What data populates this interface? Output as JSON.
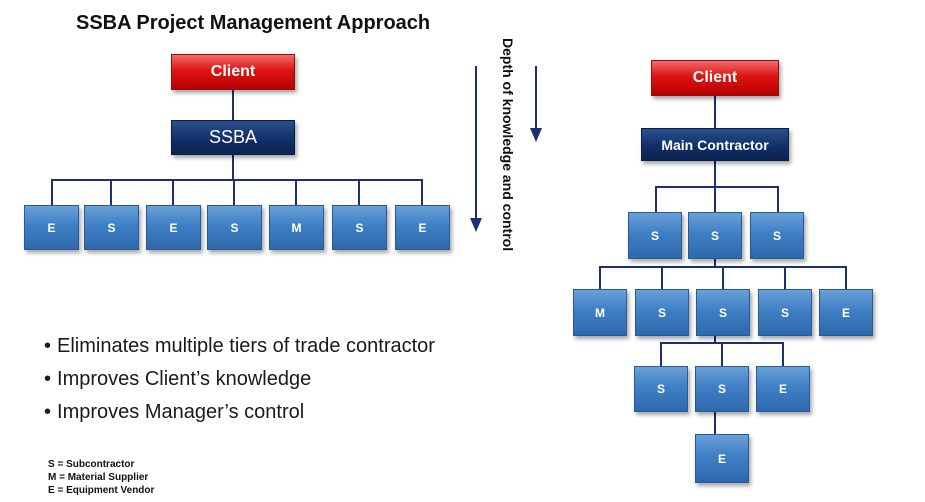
{
  "title": "SSBA Project Management Approach",
  "vertical_label": "Depth of knowledge and control",
  "left_diagram": {
    "client": "Client",
    "manager": "SSBA",
    "trades": [
      "E",
      "S",
      "E",
      "S",
      "M",
      "S",
      "E"
    ]
  },
  "right_diagram": {
    "client": "Client",
    "manager": "Main Contractor",
    "tier1": [
      "S",
      "S",
      "S"
    ],
    "tier2": [
      "M",
      "S",
      "S",
      "S",
      "E"
    ],
    "tier3": [
      "S",
      "S",
      "E"
    ],
    "tier4": [
      "E"
    ]
  },
  "bullets": [
    "Eliminates multiple tiers of trade contractor",
    "Improves Client’s knowledge",
    "Improves Manager’s control"
  ],
  "legend": [
    "S = Subcontractor",
    "M = Material Supplier",
    "E = Equipment Vendor"
  ],
  "colors": {
    "client": "#dd1414",
    "manager": "#102d65",
    "trade": "#3f7fc4",
    "connector": "#1c2f6e"
  }
}
